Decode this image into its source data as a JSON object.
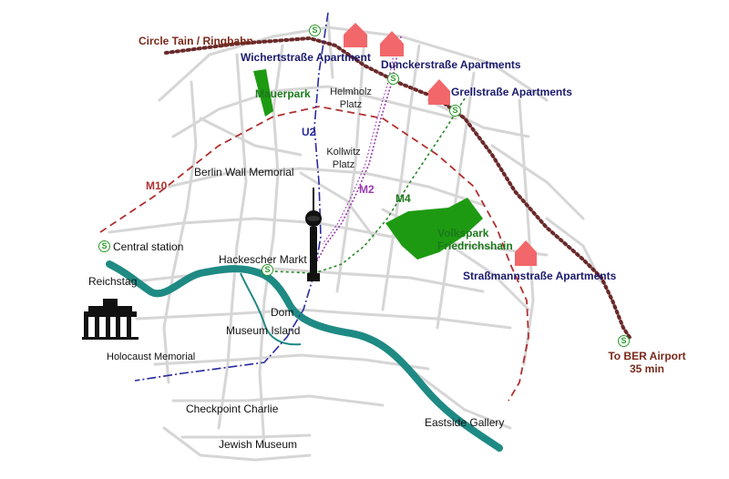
{
  "labels": {
    "ring_line": "Circle Tain / Ringbahn",
    "wichertstrasse": "Wichertstraße Apartment",
    "dunckerstrasse": "Dunckerstraße Apartments",
    "grellstrasse": "Grellstraße Apartments",
    "strassmannstrasse": "Straßmannstraße Apartments",
    "mauerpark": "Mauerpark",
    "helmholz_line1": "Helmholz",
    "helmholz_line2": "Platz",
    "kollwitz_line1": "Kollwitz",
    "kollwitz_line2": "Platz",
    "u2": "U2",
    "m2": "M2",
    "m4": "M4",
    "m10": "M10",
    "berlin_wall_memorial": "Berlin Wall Memorial",
    "volkspark_line1": "Volkspark",
    "volkspark_line2": "Friedrichshain",
    "central_station": "Central station",
    "hackescher_markt": "Hackescher Markt",
    "reichstag": "Reichstag",
    "dom": "Dom",
    "museum_island": "Museum Island",
    "holocaust_memorial": "Holocaust Memorial",
    "checkpoint_charlie": "Checkpoint Charlie",
    "jewish_museum": "Jewish Museum",
    "eastside_gallery": "Eastside Gallery",
    "airport_line1": "To BER Airport",
    "airport_line2": "35 min"
  },
  "sbahn_symbol": "S",
  "colors": {
    "river": "#1f8a84",
    "park": "#1e9a12",
    "house": "#f2676a",
    "ringbahn": "#6a2a2a",
    "m10": "#b03030",
    "u2": "#2a2aa0",
    "m2": "#9a3ab0",
    "m4": "#2a8a2a",
    "streets": "#d6d6d6"
  },
  "icons": {
    "apartment": "house-icon",
    "station": "sbahn-icon",
    "tv_tower": "tv-tower-icon",
    "brandenburg_gate": "brandenburg-gate-icon"
  }
}
